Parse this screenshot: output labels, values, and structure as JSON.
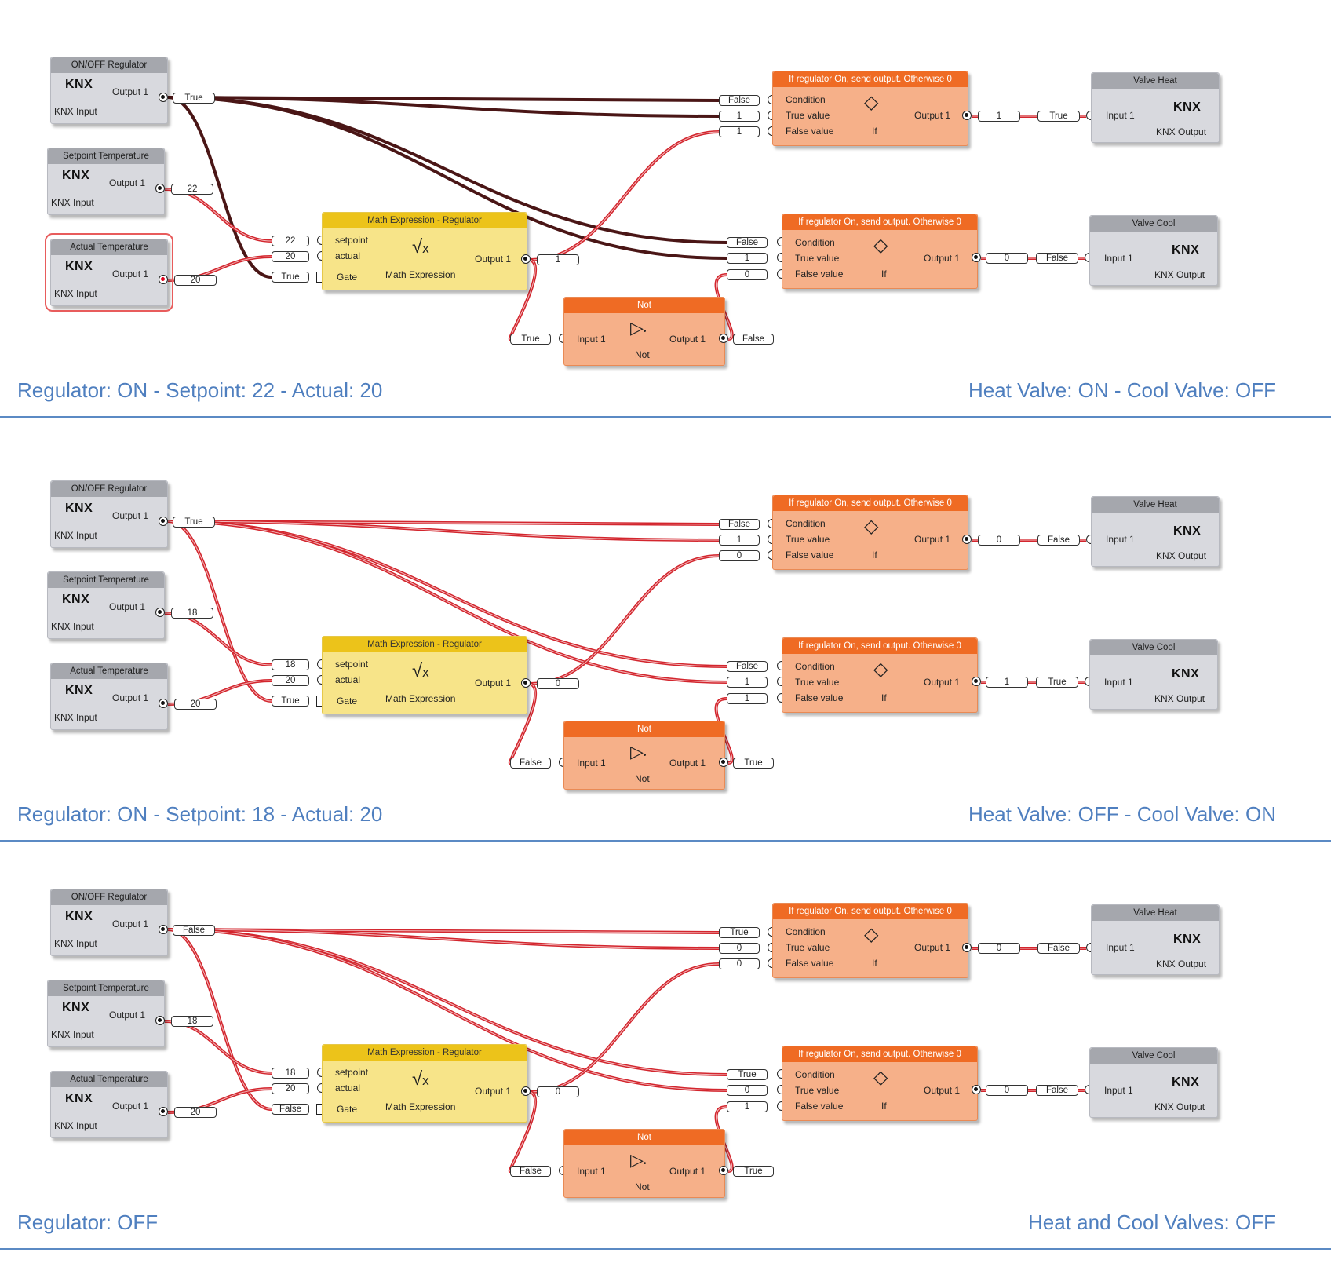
{
  "panels": [
    {
      "values": {
        "reg": "True",
        "sp": "22",
        "act": "20",
        "m_sp": "22",
        "m_act": "20",
        "m_gate": "True",
        "m_out": "1",
        "h_cond": "False",
        "h_true": "1",
        "h_false": "1",
        "h_out": "1",
        "vh_in": "True",
        "c_cond": "False",
        "c_true": "1",
        "c_false": "0",
        "c_out": "0",
        "vc_in": "False",
        "n_in": "True",
        "n_out": "False"
      },
      "caption_left": "Regulator: ON - Setpoint: 22 - Actual: 20",
      "caption_right": "Heat Valve: ON - Cool Valve: OFF"
    },
    {
      "values": {
        "reg": "True",
        "sp": "18",
        "act": "20",
        "m_sp": "18",
        "m_act": "20",
        "m_gate": "True",
        "m_out": "0",
        "h_cond": "False",
        "h_true": "1",
        "h_false": "0",
        "h_out": "0",
        "vh_in": "False",
        "c_cond": "False",
        "c_true": "1",
        "c_false": "1",
        "c_out": "1",
        "vc_in": "True",
        "n_in": "False",
        "n_out": "True"
      },
      "caption_left": "Regulator: ON - Setpoint: 18 - Actual: 20",
      "caption_right": "Heat Valve: OFF - Cool Valve: ON"
    },
    {
      "values": {
        "reg": "False",
        "sp": "18",
        "act": "20",
        "m_sp": "18",
        "m_act": "20",
        "m_gate": "False",
        "m_out": "0",
        "h_cond": "True",
        "h_true": "0",
        "h_false": "0",
        "h_out": "0",
        "vh_in": "False",
        "c_cond": "True",
        "c_true": "0",
        "c_false": "1",
        "c_out": "0",
        "vc_in": "False",
        "n_in": "False",
        "n_out": "True"
      },
      "caption_left": "Regulator: OFF",
      "caption_right": "Heat and Cool Valves: OFF"
    }
  ],
  "labels": {
    "onoff_title": "ON/OFF Regulator",
    "setpoint_title": "Setpoint Temperature",
    "actual_title": "Actual Temperature",
    "knx": "KNX",
    "knx_input": "KNX Input",
    "knx_output": "KNX Output",
    "output1": "Output 1",
    "input1": "Input 1",
    "math_title": "Math Expression - Regulator",
    "math_sub": "Math Expression",
    "setpoint": "setpoint",
    "actual": "actual",
    "gate": "Gate",
    "if_title": "If regulator On, send output. Otherwise 0",
    "condition": "Condition",
    "true_value": "True value",
    "false_value": "False value",
    "if_sub": "If",
    "not_title": "Not",
    "not_sub": "Not",
    "valve_heat": "Valve Heat",
    "valve_cool": "Valve Cool"
  },
  "icons": {
    "math": "square-root-icon",
    "if": "diamond-icon",
    "not": "not-gate-icon"
  },
  "colors": {
    "wire_active": "#d3262e",
    "wire_dark": "#4a1616",
    "caption": "#4f7fbf",
    "if_header": "#ef6b24",
    "math_header": "#ecc31a"
  }
}
